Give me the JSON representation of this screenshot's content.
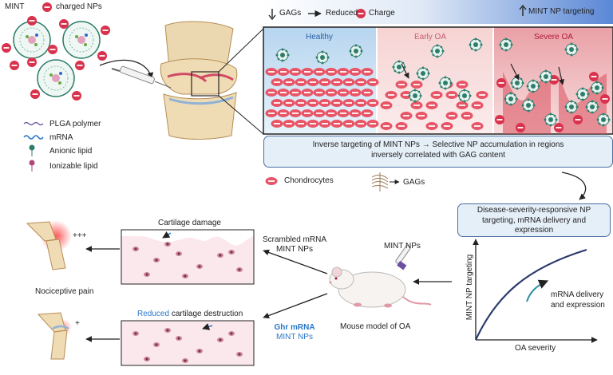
{
  "legend_top": {
    "mint_label": "MINT",
    "charged_label": "charged NPs"
  },
  "legend_components": {
    "plga": "PLGA polymer",
    "mrna": "mRNA",
    "anionic": "Anionic lipid",
    "ionizable": "Ionizable lipid"
  },
  "banner": {
    "gags": "GAGs",
    "reduced": "Reduced",
    "charge": "Charge",
    "mint_targeting": "MINT NP targeting"
  },
  "panels": {
    "healthy": "Healthy",
    "early": "Early OA",
    "severe": "Severe OA"
  },
  "inverse_box": {
    "line1_a": "Inverse targeting of MINT NPs",
    "line1_b": "Selective NP accumulation in regions",
    "line2": "inversely correlated with GAG content"
  },
  "tissue_legend": {
    "chondrocytes": "Chondrocytes",
    "gags": "GAGs"
  },
  "responsive_box": {
    "line1": "Disease-severity-responsive NP",
    "line2": "targeting, mRNA delivery and",
    "line3": "expression"
  },
  "graph": {
    "ylabel": "MINT NP targeting",
    "xlabel": "OA severity",
    "curve_label_1": "mRNA delivery",
    "curve_label_2": "and expression"
  },
  "mouse": {
    "label": "Mouse model of OA",
    "injection": "MINT NPs"
  },
  "top_branch": {
    "title": "Cartilage damage",
    "np_line1": "Scrambled mRNA",
    "np_line2": "MINT NPs",
    "pain": "Nociceptive pain",
    "level": "+++"
  },
  "bottom_branch": {
    "title_colored": "Reduced",
    "title_rest": "cartilage destruction",
    "np_line1": "Ghr mRNA",
    "np_line2": "MINT NPs",
    "level": "+"
  },
  "colors": {
    "accent_blue": "#2a77c9",
    "box_border": "#4a6fa0",
    "box_fill": "#e5eff8",
    "charge_red": "#d8324c",
    "np_green": "#2e7d6b"
  }
}
